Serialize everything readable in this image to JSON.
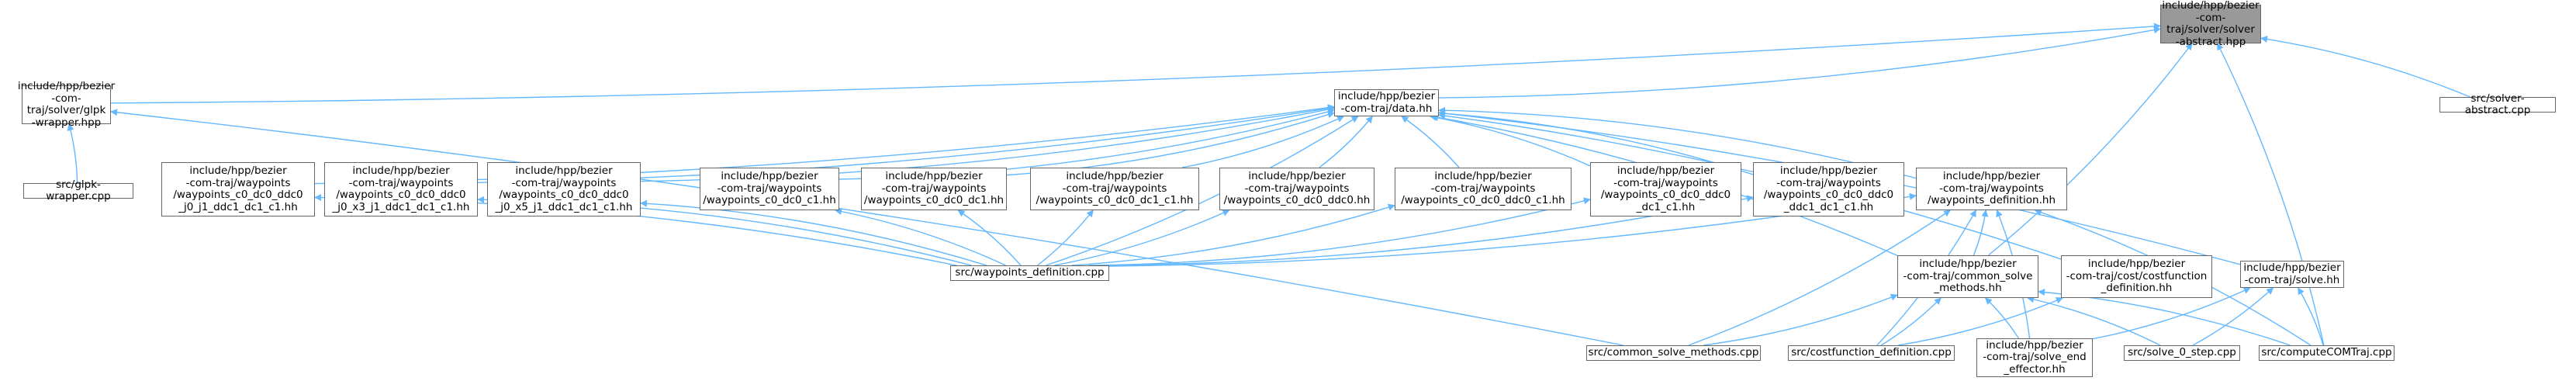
{
  "colors": {
    "edge": "#63b8ff",
    "node_border": "#666666",
    "root_fill": "#999999",
    "node_fill": "#ffffff"
  },
  "nodes": [
    {
      "id": "solver-abstract-hpp",
      "label": "include/hpp/bezier\n-com-traj/solver/solver\n-abstract.hpp",
      "root": true
    },
    {
      "id": "glpk-wrapper-hpp",
      "label": "include/hpp/bezier\n-com-traj/solver/glpk\n-wrapper.hpp"
    },
    {
      "id": "data-hh",
      "label": "include/hpp/bezier\n-com-traj/data.hh"
    },
    {
      "id": "solver-abstract-cpp",
      "label": "src/solver-abstract.cpp"
    },
    {
      "id": "glpk-wrapper-cpp",
      "label": "src/glpk-wrapper.cpp"
    },
    {
      "id": "wp-j0-j1",
      "label": "include/hpp/bezier\n-com-traj/waypoints\n/waypoints_c0_dc0_ddc0\n_j0_j1_ddc1_dc1_c1.hh"
    },
    {
      "id": "wp-j0-x3-j1",
      "label": "include/hpp/bezier\n-com-traj/waypoints\n/waypoints_c0_dc0_ddc0\n_j0_x3_j1_ddc1_dc1_c1.hh"
    },
    {
      "id": "wp-j0-x5-j1",
      "label": "include/hpp/bezier\n-com-traj/waypoints\n/waypoints_c0_dc0_ddc0\n_j0_x5_j1_ddc1_dc1_c1.hh"
    },
    {
      "id": "wp-c0-dc0-c1",
      "label": "include/hpp/bezier\n-com-traj/waypoints\n/waypoints_c0_dc0_c1.hh"
    },
    {
      "id": "wp-c0-dc0-dc1",
      "label": "include/hpp/bezier\n-com-traj/waypoints\n/waypoints_c0_dc0_dc1.hh"
    },
    {
      "id": "wp-c0-dc0-dc1-c1",
      "label": "include/hpp/bezier\n-com-traj/waypoints\n/waypoints_c0_dc0_dc1_c1.hh"
    },
    {
      "id": "wp-c0-dc0-ddc0",
      "label": "include/hpp/bezier\n-com-traj/waypoints\n/waypoints_c0_dc0_ddc0.hh"
    },
    {
      "id": "wp-c0-dc0-ddc0-c1",
      "label": "include/hpp/bezier\n-com-traj/waypoints\n/waypoints_c0_dc0_ddc0_c1.hh"
    },
    {
      "id": "wp-ddc0-dc1-c1",
      "label": "include/hpp/bezier\n-com-traj/waypoints\n/waypoints_c0_dc0_ddc0\n_dc1_c1.hh"
    },
    {
      "id": "wp-ddc0-ddc1-dc1-c1",
      "label": "include/hpp/bezier\n-com-traj/waypoints\n/waypoints_c0_dc0_ddc0\n_ddc1_dc1_c1.hh"
    },
    {
      "id": "wp-definition-hh",
      "label": "include/hpp/bezier\n-com-traj/waypoints\n/waypoints_definition.hh"
    },
    {
      "id": "common-solve-methods-hh",
      "label": "include/hpp/bezier\n-com-traj/common_solve\n_methods.hh"
    },
    {
      "id": "costfunction-definition-hh",
      "label": "include/hpp/bezier\n-com-traj/cost/costfunction\n_definition.hh"
    },
    {
      "id": "solve-hh",
      "label": "include/hpp/bezier\n-com-traj/solve.hh"
    },
    {
      "id": "waypoints-definition-cpp",
      "label": "src/waypoints_definition.cpp"
    },
    {
      "id": "common-solve-methods-cpp",
      "label": "src/common_solve_methods.cpp"
    },
    {
      "id": "costfunction-definition-cpp",
      "label": "src/costfunction_definition.cpp"
    },
    {
      "id": "solve-end-effector-hh",
      "label": "include/hpp/bezier\n-com-traj/solve_end\n_effector.hh"
    },
    {
      "id": "solve-0-step-cpp",
      "label": "src/solve_0_step.cpp"
    },
    {
      "id": "compute-com-traj-cpp",
      "label": "src/computeCOMTraj.cpp"
    }
  ],
  "edges": [
    [
      "glpk-wrapper-hpp",
      "solver-abstract-hpp"
    ],
    [
      "data-hh",
      "solver-abstract-hpp"
    ],
    [
      "solver-abstract-cpp",
      "solver-abstract-hpp"
    ],
    [
      "common-solve-methods-hh",
      "solver-abstract-hpp"
    ],
    [
      "compute-com-traj-cpp",
      "solver-abstract-hpp"
    ],
    [
      "glpk-wrapper-cpp",
      "glpk-wrapper-hpp"
    ],
    [
      "common-solve-methods-cpp",
      "glpk-wrapper-hpp"
    ],
    [
      "wp-j0-j1",
      "data-hh"
    ],
    [
      "wp-j0-x3-j1",
      "data-hh"
    ],
    [
      "wp-j0-x5-j1",
      "data-hh"
    ],
    [
      "wp-c0-dc0-c1",
      "data-hh"
    ],
    [
      "wp-c0-dc0-dc1",
      "data-hh"
    ],
    [
      "wp-c0-dc0-dc1-c1",
      "data-hh"
    ],
    [
      "wp-c0-dc0-ddc0",
      "data-hh"
    ],
    [
      "wp-c0-dc0-ddc0-c1",
      "data-hh"
    ],
    [
      "wp-ddc0-dc1-c1",
      "data-hh"
    ],
    [
      "wp-ddc0-ddc1-dc1-c1",
      "data-hh"
    ],
    [
      "wp-definition-hh",
      "data-hh"
    ],
    [
      "waypoints-definition-cpp",
      "data-hh"
    ],
    [
      "common-solve-methods-hh",
      "data-hh"
    ],
    [
      "costfunction-definition-hh",
      "data-hh"
    ],
    [
      "solve-hh",
      "data-hh"
    ],
    [
      "waypoints-definition-cpp",
      "wp-j0-j1"
    ],
    [
      "waypoints-definition-cpp",
      "wp-j0-x3-j1"
    ],
    [
      "waypoints-definition-cpp",
      "wp-j0-x5-j1"
    ],
    [
      "waypoints-definition-cpp",
      "wp-c0-dc0-c1"
    ],
    [
      "waypoints-definition-cpp",
      "wp-c0-dc0-dc1"
    ],
    [
      "waypoints-definition-cpp",
      "wp-c0-dc0-dc1-c1"
    ],
    [
      "waypoints-definition-cpp",
      "wp-c0-dc0-ddc0"
    ],
    [
      "waypoints-definition-cpp",
      "wp-c0-dc0-ddc0-c1"
    ],
    [
      "waypoints-definition-cpp",
      "wp-ddc0-dc1-c1"
    ],
    [
      "waypoints-definition-cpp",
      "wp-ddc0-ddc1-dc1-c1"
    ],
    [
      "waypoints-definition-cpp",
      "wp-definition-hh"
    ],
    [
      "common-solve-methods-hh",
      "wp-definition-hh"
    ],
    [
      "common-solve-methods-cpp",
      "wp-definition-hh"
    ],
    [
      "solve-end-effector-hh",
      "wp-definition-hh"
    ],
    [
      "costfunction-definition-cpp",
      "wp-definition-hh"
    ],
    [
      "compute-com-traj-cpp",
      "wp-definition-hh"
    ],
    [
      "common-solve-methods-cpp",
      "common-solve-methods-hh"
    ],
    [
      "costfunction-definition-cpp",
      "common-solve-methods-hh"
    ],
    [
      "solve-end-effector-hh",
      "common-solve-methods-hh"
    ],
    [
      "solve-0-step-cpp",
      "common-solve-methods-hh"
    ],
    [
      "compute-com-traj-cpp",
      "common-solve-methods-hh"
    ],
    [
      "costfunction-definition-cpp",
      "costfunction-definition-hh"
    ],
    [
      "solve-0-step-cpp",
      "solve-hh"
    ],
    [
      "compute-com-traj-cpp",
      "solve-hh"
    ],
    [
      "solve-end-effector-hh",
      "solve-hh"
    ]
  ]
}
